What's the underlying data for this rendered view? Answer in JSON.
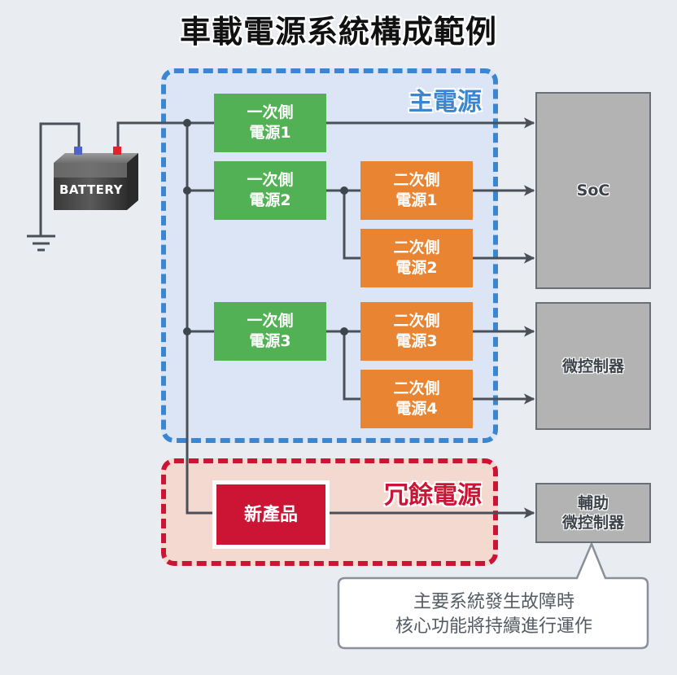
{
  "title": "車載電源系統構成範例",
  "battery": {
    "label": "BATTERY"
  },
  "zones": {
    "main": {
      "label": "主電源",
      "color": "#3b86d0"
    },
    "redundant": {
      "label": "冗餘電源",
      "color": "#cc1535"
    }
  },
  "primary_supplies": [
    {
      "line1": "一次側",
      "line2": "電源1"
    },
    {
      "line1": "一次側",
      "line2": "電源2"
    },
    {
      "line1": "一次側",
      "line2": "電源3"
    }
  ],
  "secondary_supplies": [
    {
      "line1": "二次側",
      "line2": "電源1"
    },
    {
      "line1": "二次側",
      "line2": "電源2"
    },
    {
      "line1": "二次側",
      "line2": "電源3"
    },
    {
      "line1": "二次側",
      "line2": "電源4"
    }
  ],
  "new_product": {
    "label": "新產品"
  },
  "targets": {
    "soc": {
      "label": "SoC"
    },
    "mcu": {
      "label": "微控制器"
    },
    "aux_mcu": {
      "line1": "輔助",
      "line2": "微控制器"
    }
  },
  "callout": {
    "line1": "主要系統發生故障時",
    "line2": "核心功能將持續進行運作"
  },
  "colors": {
    "primary": "#52b154",
    "secondary": "#e88432",
    "new_product": "#cc1535",
    "target": "#b3b3b3",
    "wire": "#4a5058"
  }
}
